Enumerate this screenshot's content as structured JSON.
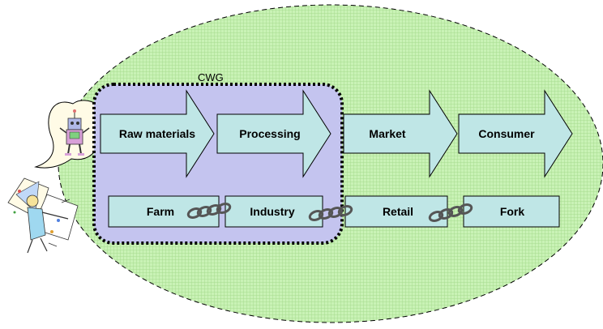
{
  "group_label": "CWG",
  "stages": [
    {
      "label": "Raw materials"
    },
    {
      "label": "Processing"
    },
    {
      "label": "Market"
    },
    {
      "label": "Consumer"
    }
  ],
  "actors": [
    {
      "label": "Farm"
    },
    {
      "label": "Industry"
    },
    {
      "label": "Retail"
    },
    {
      "label": "Fork"
    }
  ],
  "colors": {
    "ellipse_fill": "#c9f2b6",
    "ellipse_grid": "#a6dc8f",
    "group_fill": "#c4c4ef",
    "arrow_fill": "#bfe6e6",
    "box_fill": "#bfe6e6",
    "outline": "#000000",
    "chain": "#6b6b6b"
  }
}
